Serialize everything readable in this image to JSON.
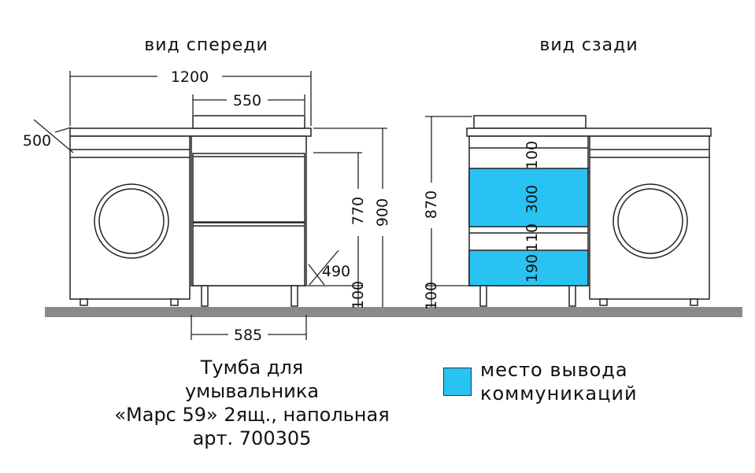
{
  "views": {
    "front_title": "вид спереди",
    "back_title": "вид сзади"
  },
  "dimensions": {
    "total_width": "1200",
    "sink_width": "550",
    "depth_machine": "500",
    "height_770": "770",
    "height_900": "900",
    "depth_cabinet": "490",
    "legs_front": "100",
    "cabinet_width": "585",
    "back_height": "870",
    "legs_back": "100",
    "zone_top": "100",
    "zone_upper_drawer": "300",
    "zone_gap": "110",
    "zone_lower_drawer": "190"
  },
  "caption": {
    "line1": "Тумба для",
    "line2": "умывальника",
    "line3": "«Марс 59» 2ящ., напольная",
    "line4": "арт. 700305"
  },
  "legend": {
    "color": "#29c3f3",
    "line1": "место вывода",
    "line2": "коммуникаций"
  },
  "colors": {
    "floor": "#8a8a8a",
    "line": "#222222"
  }
}
